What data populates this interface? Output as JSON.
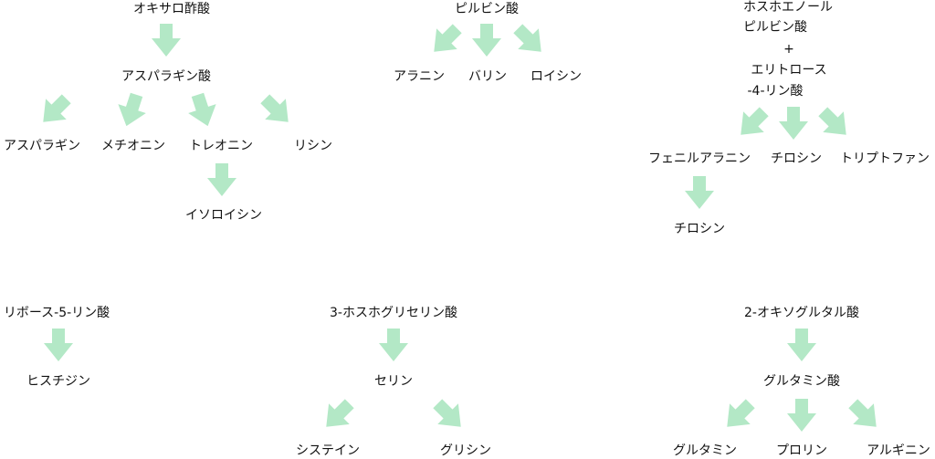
{
  "labels": {
    "oxaloacetate": "オキサロ酢酸",
    "asparagine_acid": "アスパラギン酸",
    "asparagine": "アスパラギン",
    "methionine": "メチオニン",
    "threonine": "トレオニン",
    "lysine": "リシン",
    "isoleucine": "イソロイシン",
    "pyruvate": "ピルビン酸",
    "alanine": "アラニン",
    "valine": "バリン",
    "leucine": "ロイシン",
    "pep_line1": "ホスホエノール",
    "pep_line2": "ピルビン酸",
    "plus": "+",
    "e4p_line1": "エリトロース",
    "e4p_line2": "-4-リン酸",
    "phenylalanine": "フェニルアラニン",
    "tyrosine_a": "チロシン",
    "tryptophan": "トリプトファン",
    "tyrosine_b": "チロシン",
    "ribose5p": "リボース-5-リン酸",
    "histidine": "ヒスチジン",
    "phosphoglycerate": "3-ホスホグリセリン酸",
    "serine": "セリン",
    "cysteine": "システイン",
    "glycine": "グリシン",
    "oxoglutarate": "2-オキソグルタル酸",
    "glutamate": "グルタミン酸",
    "glutamine": "グルタミン",
    "proline": "プロリン",
    "arginine": "アルギニン"
  },
  "arrow_color": "#b3e8c6",
  "arrows": [
    {
      "from": "oxaloacetate",
      "to": "asparagine_acid"
    },
    {
      "from": "asparagine_acid",
      "to": "asparagine"
    },
    {
      "from": "asparagine_acid",
      "to": "methionine"
    },
    {
      "from": "asparagine_acid",
      "to": "threonine"
    },
    {
      "from": "asparagine_acid",
      "to": "lysine"
    },
    {
      "from": "threonine",
      "to": "isoleucine"
    },
    {
      "from": "pyruvate",
      "to": "alanine"
    },
    {
      "from": "pyruvate",
      "to": "valine"
    },
    {
      "from": "pyruvate",
      "to": "leucine"
    },
    {
      "from": "pep+e4p",
      "to": "phenylalanine"
    },
    {
      "from": "pep+e4p",
      "to": "tyrosine_a"
    },
    {
      "from": "pep+e4p",
      "to": "tryptophan"
    },
    {
      "from": "phenylalanine",
      "to": "tyrosine_b"
    },
    {
      "from": "ribose5p",
      "to": "histidine"
    },
    {
      "from": "phosphoglycerate",
      "to": "serine"
    },
    {
      "from": "serine",
      "to": "cysteine"
    },
    {
      "from": "serine",
      "to": "glycine"
    },
    {
      "from": "oxoglutarate",
      "to": "glutamate"
    },
    {
      "from": "glutamate",
      "to": "glutamine"
    },
    {
      "from": "glutamate",
      "to": "proline"
    },
    {
      "from": "glutamate",
      "to": "arginine"
    }
  ]
}
